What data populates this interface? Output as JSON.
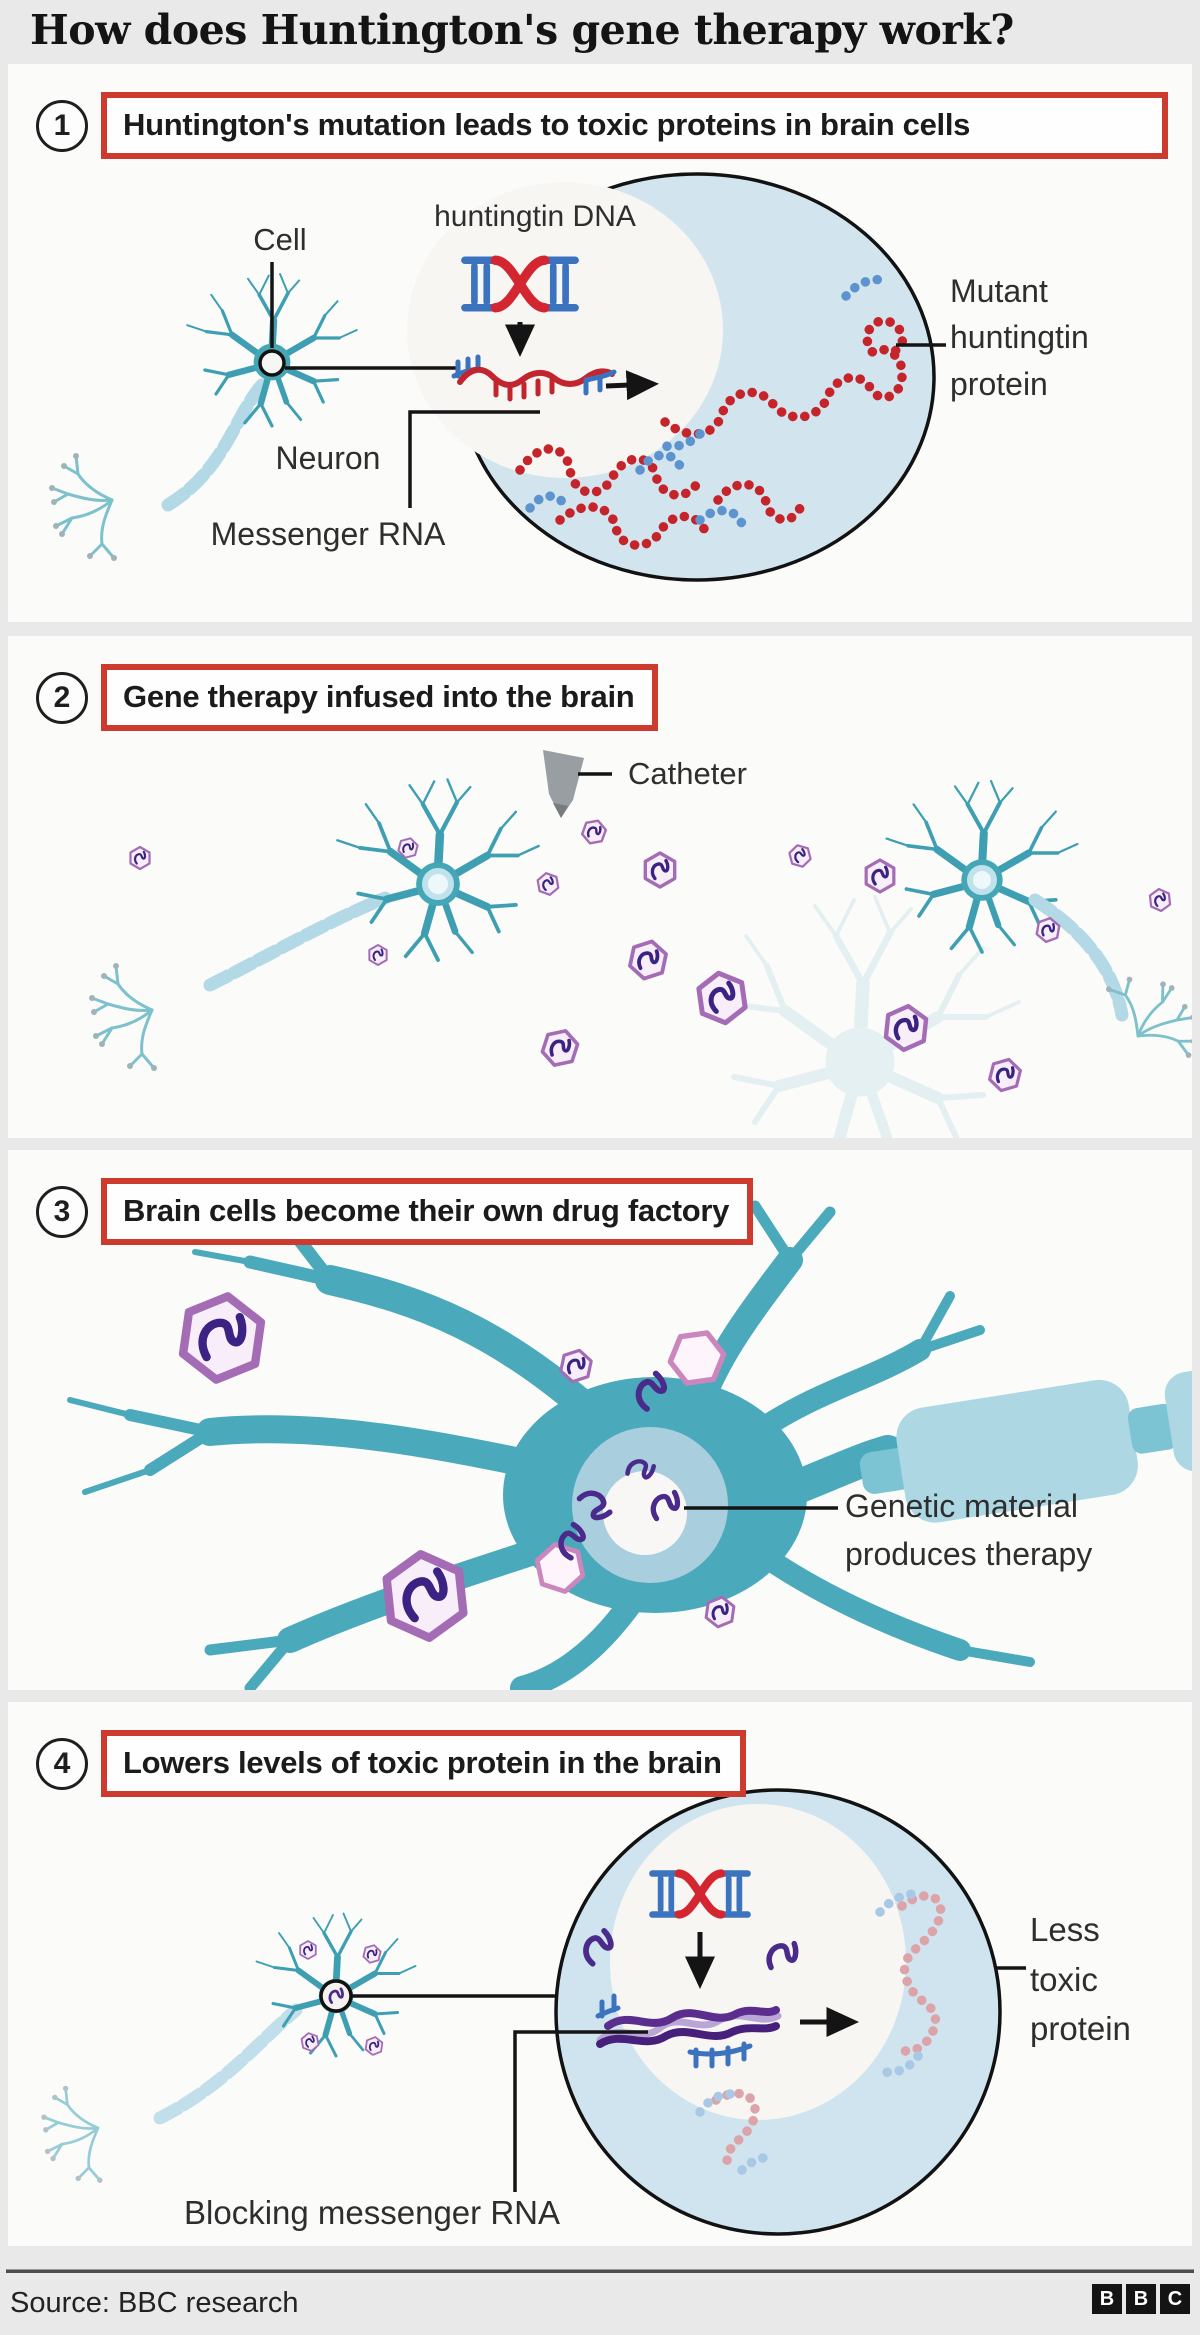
{
  "title": "How does Huntington's gene therapy work?",
  "panels": [
    {
      "number": "1",
      "heading": "Huntington's mutation leads to toxic proteins in brain cells",
      "labels": {
        "cell": "Cell",
        "huntingtin_dna": "huntingtin DNA",
        "neuron": "Neuron",
        "messenger_rna": "Messenger RNA",
        "mutant_protein": "Mutant\nhuntingtin\nprotein"
      }
    },
    {
      "number": "2",
      "heading": "Gene therapy infused into the brain",
      "labels": {
        "catheter": "Catheter"
      }
    },
    {
      "number": "3",
      "heading": "Brain cells become their own drug factory",
      "labels": {
        "genetic_material": "Genetic material\nproduces therapy"
      }
    },
    {
      "number": "4",
      "heading": "Lowers levels of toxic protein in the brain",
      "labels": {
        "less_toxic": "Less\ntoxic\nprotein",
        "blocking": "Blocking messenger RNA"
      }
    }
  ],
  "footer": {
    "source": "Source: BBC research",
    "logo": [
      "B",
      "B",
      "C"
    ]
  },
  "colors": {
    "accent_red": "#cc3b2d",
    "neuron_teal": "#45a6b6",
    "capsid_purple": "#a46cb4",
    "dna_red": "#d32630",
    "dna_blue": "#3b73bf"
  }
}
